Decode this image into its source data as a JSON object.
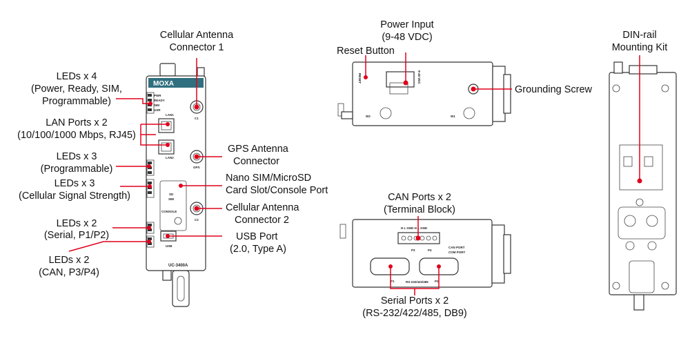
{
  "callouts": {
    "cell1": [
      "Cellular Antenna",
      "Connector 1"
    ],
    "leds4": [
      "LEDs x 4",
      "(Power, Ready, SIM,",
      "Programmable)"
    ],
    "lan": [
      "LAN Ports x 2",
      "(10/100/1000 Mbps, RJ45)"
    ],
    "leds3prog": [
      "LEDs x 3",
      "(Programmable)"
    ],
    "leds3cell": [
      "LEDs x 3",
      "(Cellular Signal Strength)"
    ],
    "leds2ser": [
      "LEDs x 2",
      "(Serial, P1/P2)"
    ],
    "leds2can": [
      "LEDs x 2",
      "(CAN, P3/P4)"
    ],
    "gps": [
      "GPS Antenna",
      "Connector"
    ],
    "sim": [
      "Nano SIM/MicroSD",
      "Card Slot/Console Port"
    ],
    "cell2": [
      "Cellular Antenna",
      "Connector 2"
    ],
    "usb": [
      "USB Port",
      "(2.0, Type A)"
    ],
    "power": [
      "Power Input",
      "(9-48 VDC)"
    ],
    "reset": [
      "Reset Button"
    ],
    "ground": [
      "Grounding Screw"
    ],
    "din": [
      "DIN-rail",
      "Mounting Kit"
    ],
    "can": [
      "CAN Ports x 2",
      "(Terminal Block)"
    ],
    "serial": [
      "Serial Ports x 2",
      "(RS-232/422/485, DB9)"
    ]
  },
  "device_labels": {
    "brand": "MOXA",
    "model": "UC-3400A",
    "led_pwr": "PWR",
    "led_ready": "READY",
    "led_sim": "SIM",
    "led_usr": "USR",
    "lan1": "LAN1",
    "lan2": "LAN2",
    "c1": "C1",
    "c2": "C2",
    "gps": "GPS",
    "console": "CONSOLE",
    "sd": "SD",
    "sim_slot": "SIM",
    "usb": "USB",
    "p1": "P1",
    "p2": "P2",
    "p3": "P3",
    "p4": "P4",
    "reset": "RESET",
    "w1": "W1",
    "w2": "W2",
    "vdc": "9-48 VDC",
    "can_pins": "H  L  GND  H  L  GND",
    "can_port": "CAN PORT",
    "com_port": "COM PORT",
    "rs": "RS-232/422/485"
  },
  "colors": {
    "accent": "#e0001b",
    "line": "#333333",
    "brand_bg": "#2f6f7f"
  }
}
